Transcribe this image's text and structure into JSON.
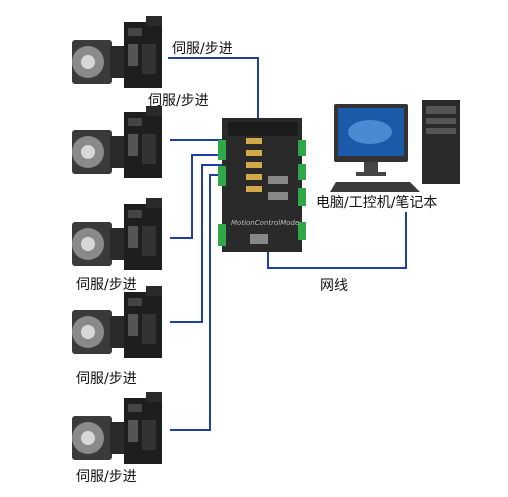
{
  "labels": {
    "servo_1": "伺服/步进",
    "servo_2": "伺服/步进",
    "servo_3": "伺服/步进",
    "servo_4": "伺服/步进",
    "servo_5": "伺服/步进",
    "computer": "电脑/工控机/笔记本",
    "network": "网线",
    "controller_brand": "MotionControlMode"
  },
  "colors": {
    "wire": "#1f3fa8",
    "controller_body": "#2a2a2a",
    "terminal": "#2fa84a",
    "screen": "#1a5aa8"
  },
  "icons": [
    "servo-motor-icon",
    "servo-driver-icon",
    "motion-controller-icon",
    "computer-icon"
  ]
}
